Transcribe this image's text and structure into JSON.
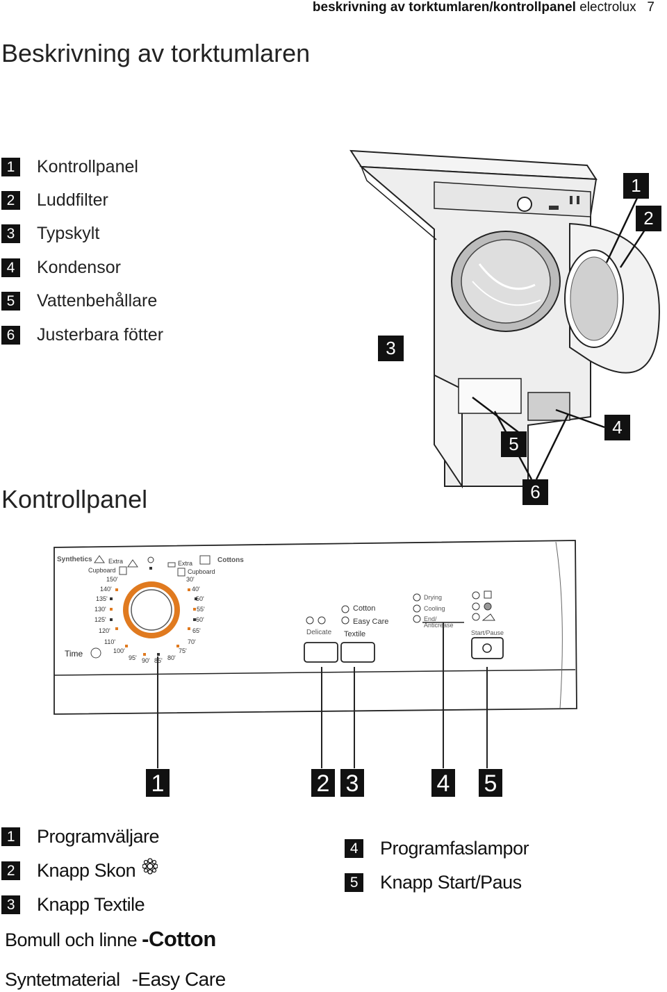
{
  "header": {
    "section": "beskrivning av torktumlaren/kontrollpanel",
    "brand": "electrolux",
    "page": "7"
  },
  "title_main": "Beskrivning av torktumlaren",
  "parts": [
    {
      "num": "1",
      "label": "Kontrollpanel"
    },
    {
      "num": "2",
      "label": "Luddfilter"
    },
    {
      "num": "3",
      "label": "Typskylt"
    },
    {
      "num": "4",
      "label": "Kondensor"
    },
    {
      "num": "5",
      "label": "Vattenbehållare"
    },
    {
      "num": "6",
      "label": "Justerbara fötter"
    }
  ],
  "dryer_callouts": [
    "1",
    "2",
    "3",
    "4",
    "5",
    "6"
  ],
  "title_panel": "Kontrollpanel",
  "panel": {
    "synthetics": "Synthetics",
    "cottons": "Cottons",
    "extra_left": "Extra",
    "cupboard_left": "Cupboard",
    "extra_right": "Extra",
    "cupboard_right": "Cupboard",
    "time": "Time",
    "dial_left": [
      "150'",
      "140'",
      "135'",
      "130'",
      "125'",
      "120'",
      "110'",
      "100'",
      "95'",
      "90'"
    ],
    "dial_right": [
      "30'",
      "40'",
      "50'",
      "55'",
      "60'",
      "65'",
      "70'",
      "75'",
      "80'",
      "85'"
    ],
    "delicate": "Delicate",
    "cotton": "Cotton",
    "easy_care": "Easy Care",
    "textile": "Textile",
    "drying": "Drying",
    "cooling": "Cooling",
    "end": "End/",
    "anticrease": "Anticrease",
    "start_pause": "Start/Pause"
  },
  "panel_callouts": [
    "1",
    "2",
    "3",
    "4",
    "5"
  ],
  "legend_left": [
    {
      "num": "1",
      "label": "Programväljare"
    },
    {
      "num": "2",
      "label": "Knapp Skon"
    },
    {
      "num": "3",
      "label": "Knapp Textile"
    }
  ],
  "legend_right": [
    {
      "num": "4",
      "label": "Programfaslampor"
    },
    {
      "num": "5",
      "label": "Knapp Start/Paus"
    }
  ],
  "cotton_line": {
    "label": "Bomull och linne",
    "value": "-Cotton"
  },
  "easycare_line": {
    "label": "Syntetmaterial",
    "value": "-Easy Care"
  }
}
